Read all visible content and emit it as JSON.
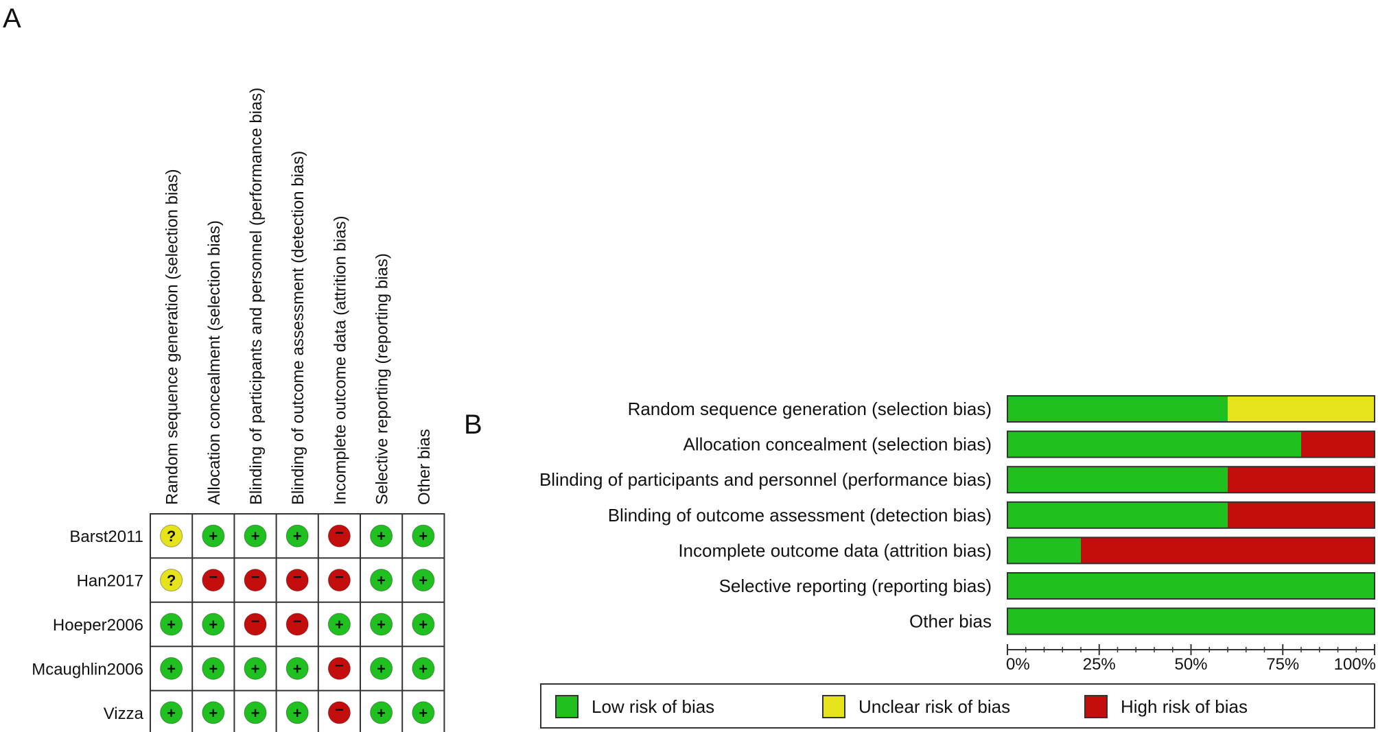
{
  "panel_a": {
    "label": "A"
  },
  "panel_b": {
    "label": "B"
  },
  "colors": {
    "low": "#20c020",
    "unclear": "#e6e31a",
    "high": "#c40e0e",
    "border": "#333333"
  },
  "symbols": {
    "low": "+",
    "unclear": "?",
    "high": "−"
  },
  "chart_data": [
    {
      "type": "table",
      "domains": [
        "Random sequence generation (selection bias)",
        "Allocation concealment (selection bias)",
        "Blinding of participants and personnel (performance bias)",
        "Blinding of outcome assessment (detection bias)",
        "Incomplete outcome data (attrition bias)",
        "Selective reporting (reporting bias)",
        "Other bias"
      ],
      "studies": [
        "Barst2011",
        "Han2017",
        "Hoeper2006",
        "Mcaughlin2006",
        "Vizza"
      ],
      "judgements": [
        [
          "unclear",
          "low",
          "low",
          "low",
          "high",
          "low",
          "low"
        ],
        [
          "unclear",
          "high",
          "high",
          "high",
          "high",
          "low",
          "low"
        ],
        [
          "low",
          "low",
          "high",
          "high",
          "low",
          "low",
          "low"
        ],
        [
          "low",
          "low",
          "low",
          "low",
          "high",
          "low",
          "low"
        ],
        [
          "low",
          "low",
          "low",
          "low",
          "high",
          "low",
          "low"
        ]
      ]
    },
    {
      "type": "bar",
      "orientation": "horizontal",
      "stacked": true,
      "categories": [
        "Random sequence generation (selection bias)",
        "Allocation concealment (selection bias)",
        "Blinding of participants and personnel (performance bias)",
        "Blinding of outcome assessment (detection bias)",
        "Incomplete outcome data (attrition bias)",
        "Selective reporting (reporting bias)",
        "Other bias"
      ],
      "series": [
        {
          "name": "Low risk of bias",
          "key": "low",
          "values": [
            60,
            80,
            60,
            60,
            20,
            100,
            100
          ]
        },
        {
          "name": "Unclear risk of bias",
          "key": "unclear",
          "values": [
            40,
            0,
            0,
            0,
            0,
            0,
            0
          ]
        },
        {
          "name": "High risk of bias",
          "key": "high",
          "values": [
            0,
            20,
            40,
            40,
            80,
            0,
            0
          ]
        }
      ],
      "xlim": [
        0,
        100
      ],
      "xticks": [
        "0%",
        "25%",
        "50%",
        "75%",
        "100%"
      ],
      "legend": "bottom"
    }
  ]
}
